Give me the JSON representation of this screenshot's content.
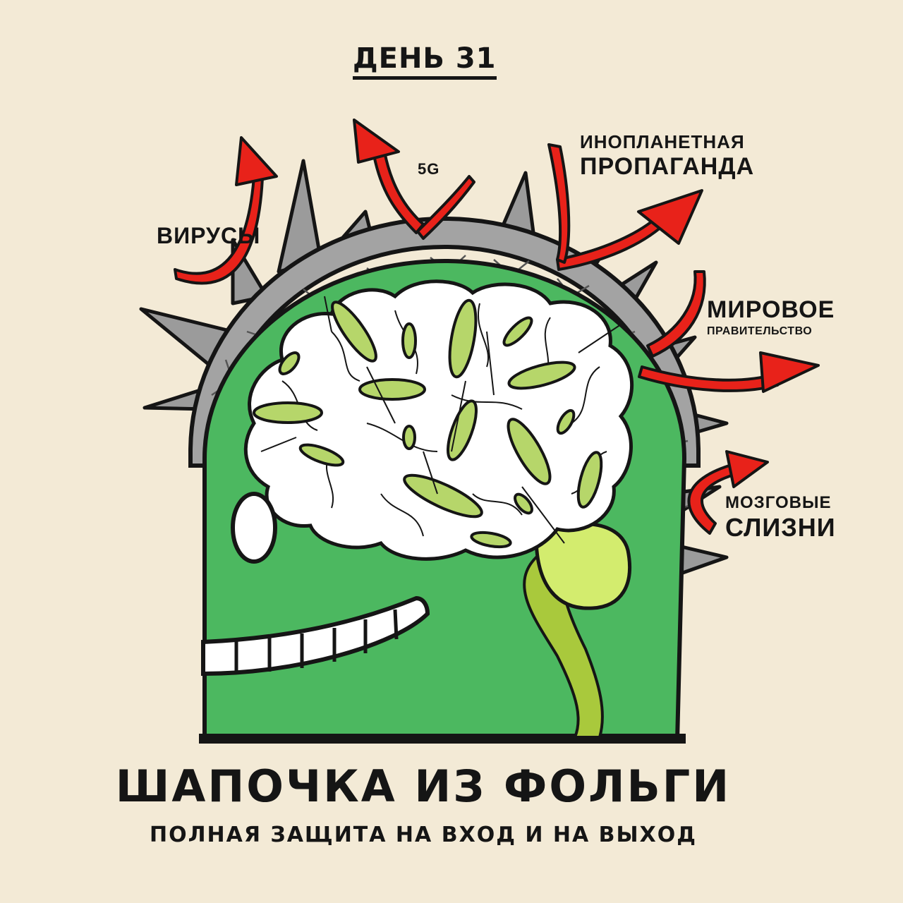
{
  "labels": {
    "day": "ДЕНЬ 31",
    "viruses": "ВИРУСЫ",
    "5g": "5G",
    "alien_line1": "ИНОПЛАНЕТНАЯ",
    "alien_line2": "ПРОПАГАНДА",
    "world_line1": "МИРОВОЕ",
    "world_line2": "ПРАВИТЕЛЬСТВО",
    "slugs_line1": "МОЗГОВЫЕ",
    "slugs_line2": "СЛИЗНИ"
  },
  "caption": {
    "title": "ШАПОЧКА ИЗ ФОЛЬГИ",
    "subtitle": "ПОЛНАЯ ЗАЩИТА НА ВХОД И НА ВЫХОД"
  },
  "colors": {
    "background": "#f3ead6",
    "head": "#4cb860",
    "foil": "#9b9b9b",
    "arrow": "#e8221a",
    "slug": "#b6d66a",
    "brain": "#ffffff"
  }
}
